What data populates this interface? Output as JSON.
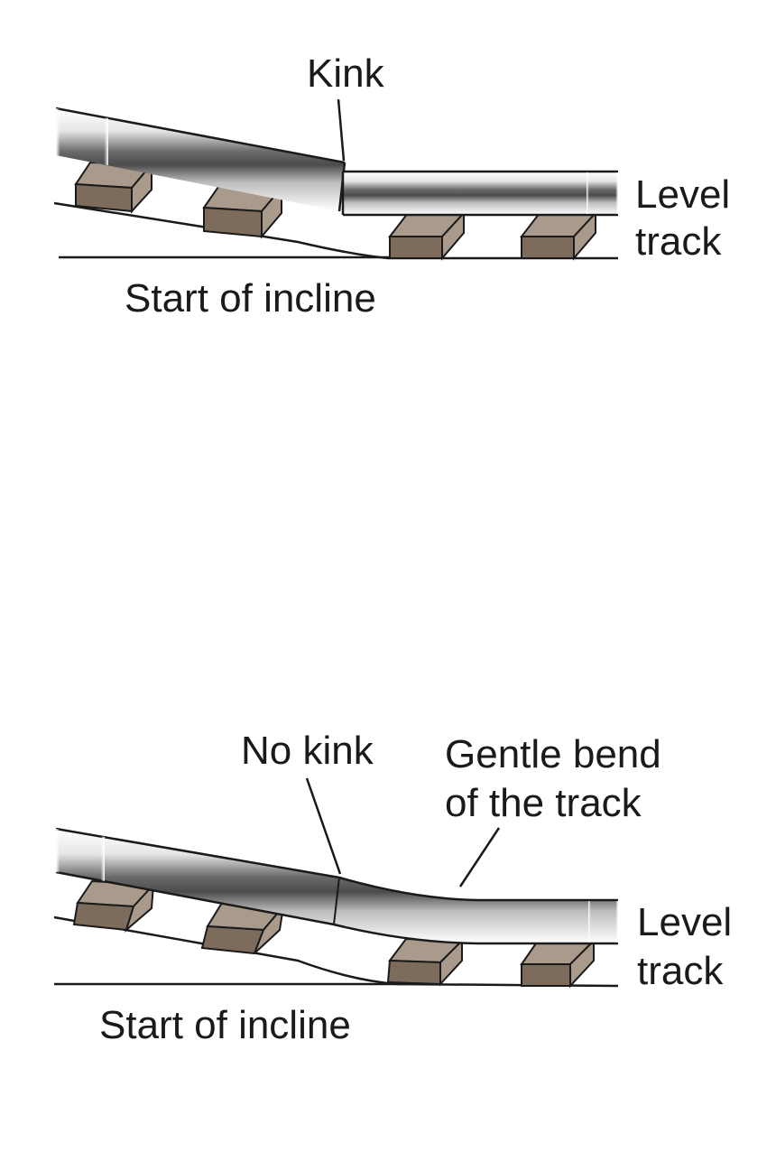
{
  "top_diagram": {
    "kink_label": "Kink",
    "level_label_line1": "Level",
    "level_label_line2": "track",
    "incline_label": "Start of incline"
  },
  "bottom_diagram": {
    "no_kink_label": "No kink",
    "bend_label_line1": "Gentle bend",
    "bend_label_line2": "of the track",
    "level_label_line1": "Level",
    "level_label_line2": "track",
    "incline_label": "Start of incline"
  },
  "colors": {
    "sleeper_top": "#a99a8c",
    "sleeper_front": "#7d6b5c",
    "rail_dark": "#555555",
    "outline": "#1a1a1a"
  }
}
